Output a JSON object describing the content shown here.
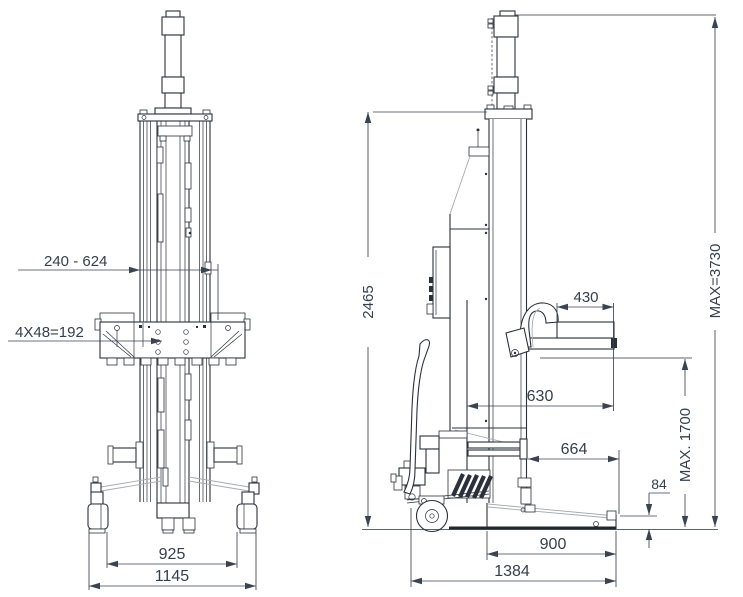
{
  "drawing": {
    "type": "technical-drawing",
    "subject": "mobile lifting column / wheel lift, front view and side view with dimensions",
    "units": "mm",
    "colors": {
      "line": "#2b313a",
      "dimension_text": "#34404d",
      "light_line": "#a6abb2",
      "background": "#ffffff"
    },
    "dimensions": {
      "front": {
        "adjust_range": "240 - 624",
        "hole_pattern": "4X48=192",
        "track_width": "925",
        "overall_width": "1145"
      },
      "side": {
        "column_height": "2465",
        "max_height": "MAX=3730",
        "max_lift_height": "MAX. 1700",
        "fork_top_length": "430",
        "fork_reach": "630",
        "base_inner_length": "664",
        "min_fork_height": "84",
        "base_length": "900",
        "overall_length": "1384"
      }
    }
  }
}
